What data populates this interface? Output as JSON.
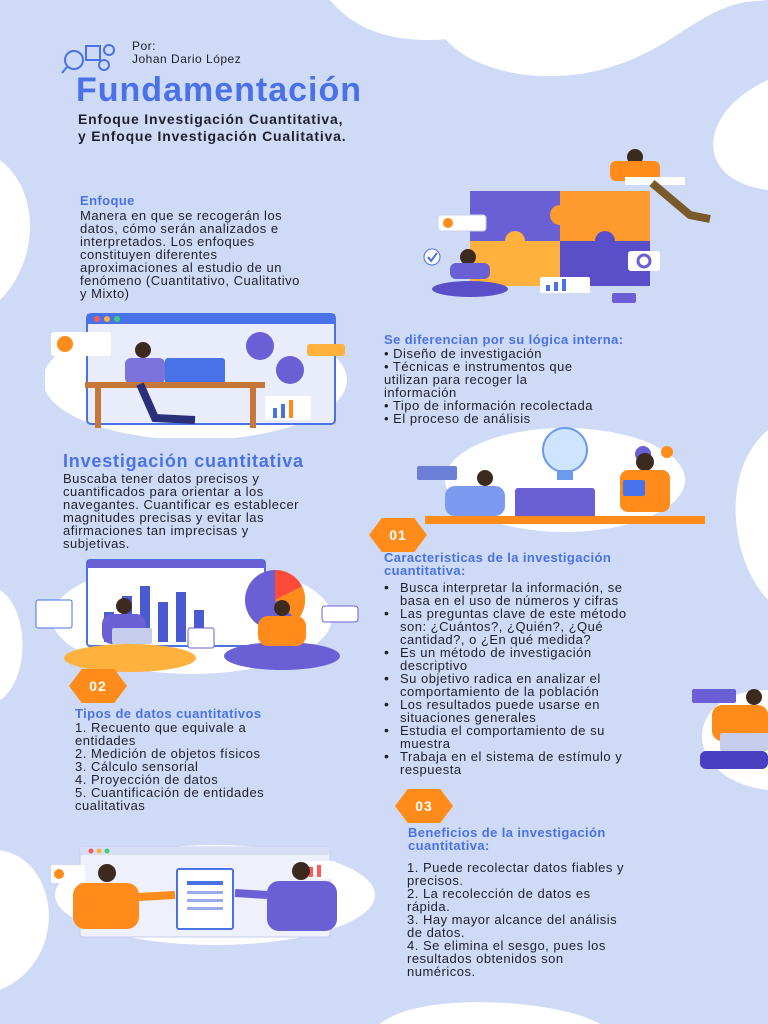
{
  "header": {
    "by_label": "Por:",
    "author": "Johan Dario López",
    "title": "Fundamentación",
    "subtitle_line1": "Enfoque Investigación Cuantitativa,",
    "subtitle_line2": "y Enfoque Investigación Cualitativa."
  },
  "enfoque": {
    "heading": "Enfoque",
    "lines": [
      "Manera en que se recogerán los",
      "datos, cómo serán analizados e",
      "interpretados. Los enfoques",
      "constituyen diferentes",
      "aproximaciones al estudio de un",
      "fenómeno (Cuantitativo, Cualitativo",
      "y Mixto)"
    ]
  },
  "diferencian": {
    "heading": "Se diferencian por su lógica interna:",
    "lines": [
      "• Diseño de investigación",
      "• Técnicas e instrumentos que",
      "utilizan para recoger la",
      "información",
      "• Tipo de información recolectada",
      "• El proceso de análisis"
    ]
  },
  "cuantitativa": {
    "heading": "Investigación cuantitativa",
    "lines": [
      "Buscaba tener datos precisos y",
      "cuantificados para orientar a los",
      "navegantes. Cuantificar es establecer",
      "magnitudes precisas y evitar las",
      "afirmaciones  tan imprecisas y",
      "subjetivas."
    ]
  },
  "caracteristicas": {
    "badge": "01",
    "heading_line1": "Caracteristicas de la investigación",
    "heading_line2": "cuantitativa:",
    "items": [
      [
        "Busca interpretar la información, se",
        "basa en el uso de números y cifras"
      ],
      [
        "Las preguntas clave de este método",
        "son: ¿Cuántos?, ¿Quién?, ¿Qué",
        "cantidad?, o ¿En qué medida?"
      ],
      [
        "Es un método de investigación",
        "descriptivo"
      ],
      [
        "Su objetivo radica en analizar el",
        "comportamiento de la población"
      ],
      [
        "Los resultados puede usarse en",
        "situaciones generales"
      ],
      [
        "Estudia el comportamiento de su",
        "muestra"
      ],
      [
        "Trabaja en el sistema de estímulo y",
        "respuesta"
      ]
    ]
  },
  "tipos": {
    "badge": "02",
    "heading": "Tipos de datos cuantitativos",
    "lines": [
      "1.     Recuento que equivale a",
      "entidades",
      "2.     Medición de objetos físicos",
      "3.     Cálculo sensorial",
      "4.    Proyección de datos",
      "5.     Cuantificación de entidades",
      "cualitativas"
    ]
  },
  "beneficios": {
    "badge": "03",
    "heading_line1": "Beneficios de la investigación",
    "heading_line2": "cuantitativa:",
    "lines": [
      "1.  Puede recolectar datos fiables y",
      "precisos.",
      "2.  La recolección de datos es",
      "rápida.",
      "3.  Hay mayor alcance del análisis",
      "de datos.",
      "4.  Se elimina el sesgo, pues los",
      "resultados obtenidos son",
      "numéricos."
    ]
  },
  "colors": {
    "accent_blue": "#4a72e8",
    "orange": "#ff8c1a",
    "background": "#cfdaf7"
  }
}
